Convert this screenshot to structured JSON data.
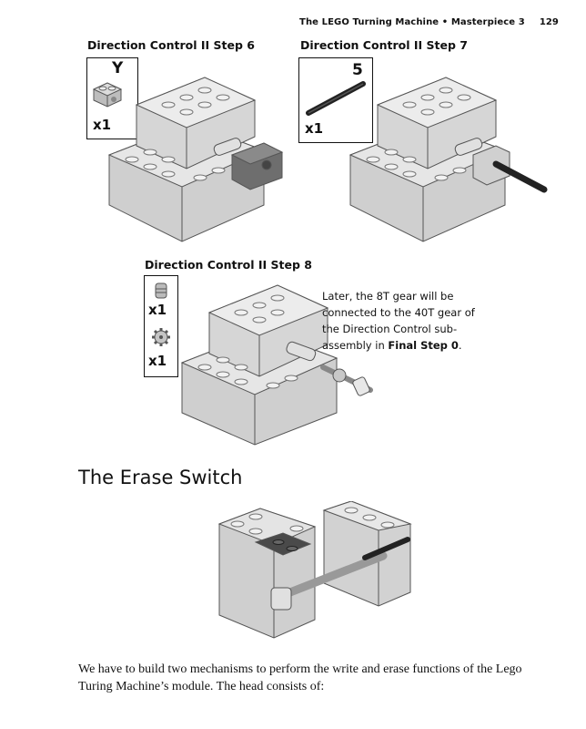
{
  "header": {
    "running_title": "The LEGO Turning Machine • Masterpiece 3",
    "page_number": "129"
  },
  "steps": [
    {
      "title": "Direction Control II Step 6",
      "part_id": "Y",
      "qty": "x1"
    },
    {
      "title": "Direction Control II Step 7",
      "part_id": "5",
      "qty": "x1"
    },
    {
      "title": "Direction Control II Step 8",
      "qty_a": "x1",
      "qty_b": "x1"
    }
  ],
  "note": {
    "text": "Later, the 8T gear will be connected to the 40T gear of the Direction Control sub-assembly in ",
    "bold": "Final Step 0",
    "end": "."
  },
  "section_heading": "The Erase Switch",
  "body_text": "We have to build two mechanisms to perform the write and erase functions of the Lego Turing Machine’s module. The head consists of:"
}
